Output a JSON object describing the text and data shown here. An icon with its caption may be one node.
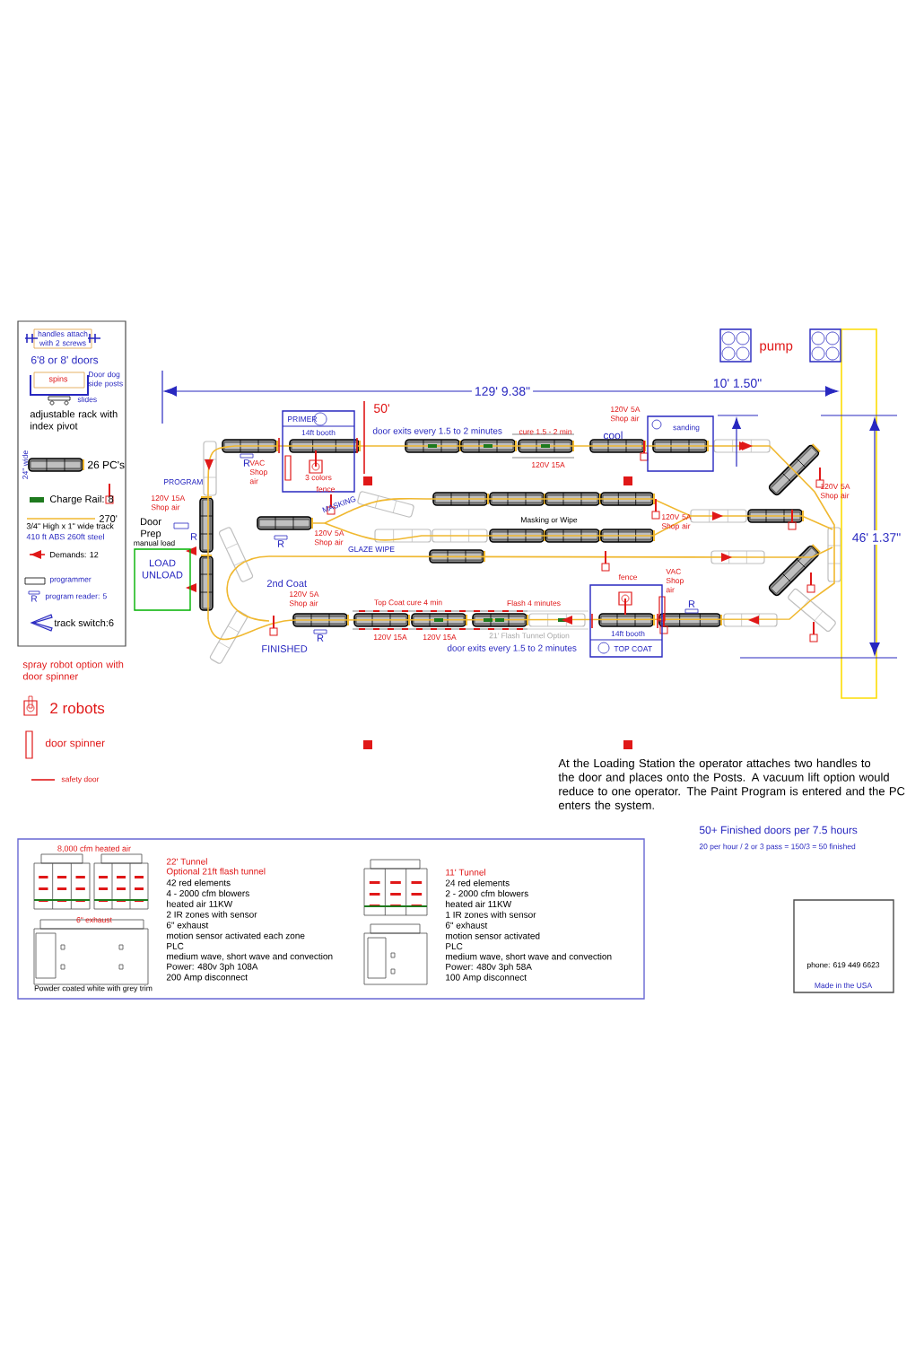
{
  "diagram": {
    "nodes": [
      {
        "text": [
          "PRIMER",
          "14ft booth"
        ]
      },
      {
        "text": [
          "sanding"
        ]
      },
      {
        "text": [
          "LOAD UNLOAD"
        ]
      },
      {
        "text": [
          "14ft booth",
          "TOP COAT"
        ]
      },
      {
        "text": [
          "8,000 cfm heated air",
          "6\" exhaust",
          "Powder coated white with grey trim",
          "22' Tunnel",
          "Optional 21ft flash tunnel",
          "42 red elements",
          "4 - 2000 cfm blowers",
          "heated air 11KW",
          "2 IR zones with sensor",
          "6\" exhaust",
          "motion sensor activated each zone",
          "PLC",
          "medium wave, short wave and convection",
          "Power: 480v 3ph 108A",
          "200 Amp disconnect",
          "11' Tunnel",
          "24 red elements",
          "2 - 2000 cfm blowers",
          "heated air 11KW",
          "1 IR zones with sensor",
          "6\" exhaust",
          "motion sensor activated",
          "PLC",
          "medium wave, short wave and convection",
          "Power: 480v 3ph 58A",
          "100 Amp disconnect"
        ]
      },
      {
        "text": [
          "phone: 619 449 6623",
          "Made in the USA"
        ]
      }
    ],
    "labels": [
      "handles attach with 2 screws",
      "6'8 or 8' doors",
      "spins",
      "Door dog side posts",
      "slides",
      "adjustable rack with index pivot",
      "24\" wide",
      "270'",
      "3/4\" High x 1\" wide track",
      "410 ft ABS  260ft steel",
      "spray robot option with door spinner",
      "129' 9.38\"",
      "10' 1.50\"",
      "46' 1.37\"",
      "50'",
      "pump",
      "door exits every 1.5 to 2 minutes",
      "cure 1.5 - 2 min",
      "120V 15A",
      "cool",
      "120V 5A Shop air",
      "VAC Shop air",
      "3 colors",
      "fence",
      "PROGRAM",
      "120V 15A Shop air",
      "Door Prep",
      "manual load",
      "MASKING",
      "GLAZE WIPE",
      "120V 5A Shop air",
      "Masking or Wipe",
      "120V 5A Shop air",
      "120V 5A Shop air",
      "2nd Coat",
      "120V 5A Shop air",
      "FINISHED",
      "Top Coat cure 4 min",
      "120V 15A",
      "120V 15A",
      "Flash 4 minutes",
      "21' Flash Tunnel Option",
      "door exits every 1.5 to 2 minutes",
      "fence",
      "VAC Shop air",
      "R",
      "R",
      "R",
      "R",
      "R",
      "R",
      "At the Loading Station the operator attaches two handles to the door and places onto the Posts. A vacuum lift option would reduce to one operator. The Paint Program is entered and the PC enters the system.",
      "50+ Finished doors per 7.5 hours",
      "20 per hour / 2 or 3 pass = 150/3 = 50 finished"
    ],
    "legend": [
      {
        "text": "26 PC's"
      },
      {
        "text": "Charge Rail: 8",
        "color": "#1e7a1e"
      },
      {
        "text": "Demands: 12"
      },
      {
        "text": "programmer"
      },
      {
        "text": "program reader: 5"
      },
      {
        "text": "track switch:6"
      },
      {
        "text": "2 robots"
      },
      {
        "text": "door spinner"
      },
      {
        "text": "safety door"
      }
    ]
  }
}
